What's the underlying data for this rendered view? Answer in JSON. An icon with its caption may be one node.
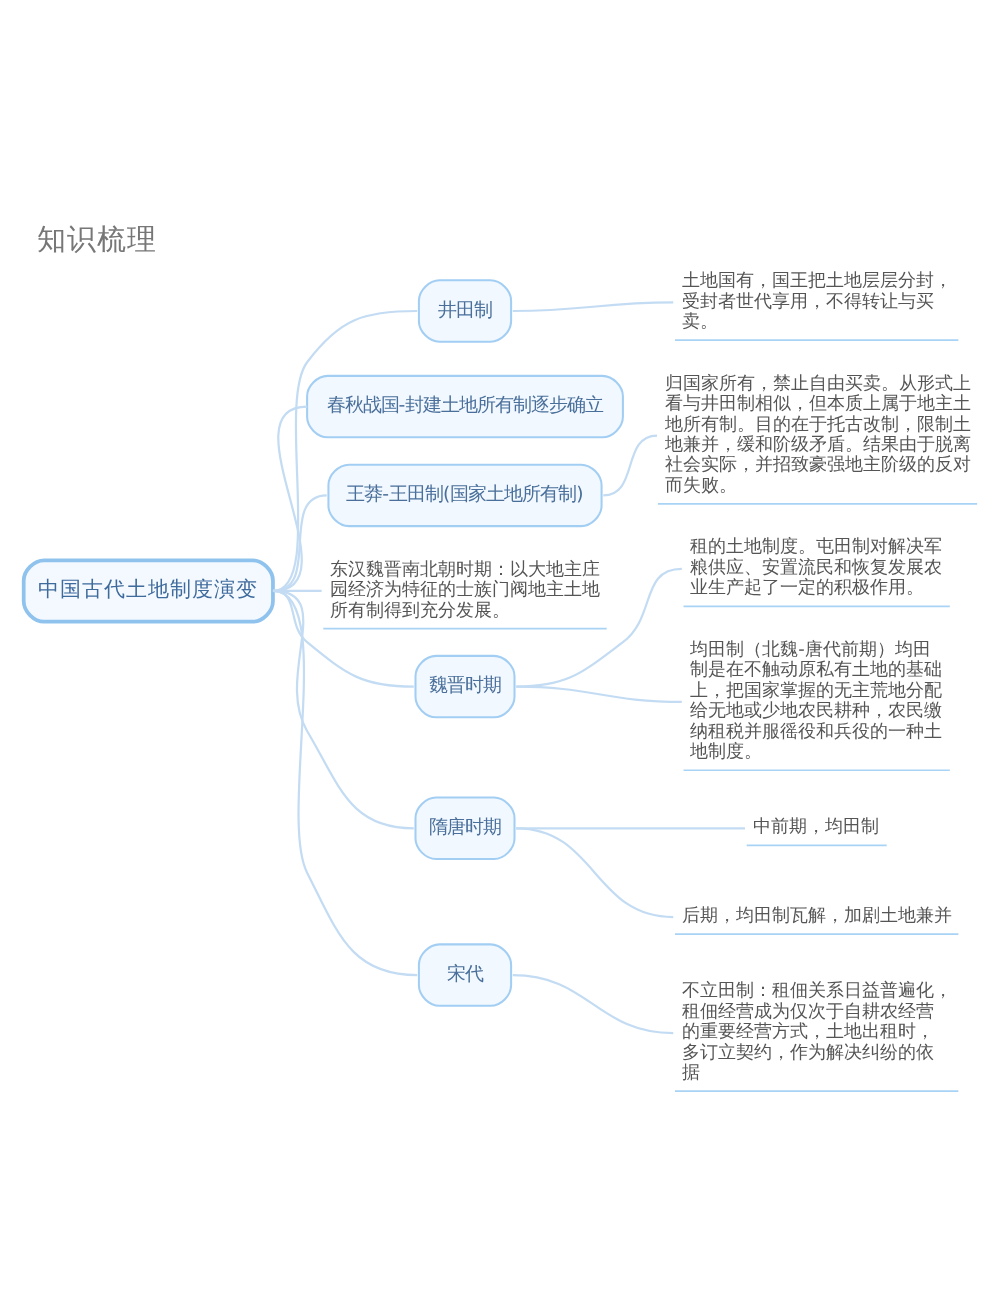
{
  "diagram": {
    "title": "知识梳理",
    "nodes": [
      {
        "text": [
          "中国古代土地制度演变"
        ]
      },
      {
        "text": [
          "井田制"
        ]
      },
      {
        "text": [
          "土地国有，国王把土地层层分封，受封者世代享用，不得转让与买卖。"
        ]
      },
      {
        "text": [
          "春秋战国-封建土地所有制逐步确立"
        ]
      },
      {
        "text": [
          "王莽-王田制(国家土地所有制)"
        ]
      },
      {
        "text": [
          "归国家所有，禁止自由买卖。从形式上看与井田制相似，但本质上属于地主土地所有制。目的在于托古改制，限制土地兼并，缓和阶级矛盾。结果由于脱离社会实际，并招致豪强地主阶级的反对而失败。"
        ]
      },
      {
        "text": [
          "东汉魏晋南北朝时期：以大地主庄园经济为特征的士族门阀地主土地所有制得到充分发展。"
        ]
      },
      {
        "text": [
          "魏晋时期"
        ]
      },
      {
        "text": [
          "租的土地制度。屯田制对解决军粮供应、安置流民和恢复发展农业生产起了一定的积极作用。"
        ]
      },
      {
        "text": [
          "均田制（北魏-唐代前期）均田制是在不触动原私有土地的基础上，把国家掌握的无主荒地分配给无地或少地农民耕种，农民缴纳租税并服徭役和兵役的一种土地制度。"
        ]
      },
      {
        "text": [
          "隋唐时期"
        ]
      },
      {
        "text": [
          "中前期，均田制"
        ]
      },
      {
        "text": [
          "后期，均田制瓦解，加剧土地兼并"
        ]
      },
      {
        "text": [
          "宋代"
        ]
      },
      {
        "text": [
          "不立田制：租佃关系日益普遍化，租佃经营成为仅次于自耕农经营的重要经营方式，土地出租时，多订立契约，作为解决纠纷的依据"
        ]
      }
    ],
    "edges": [
      {
        "from": 0,
        "to": 1,
        "arrow": "none"
      },
      {
        "from": 1,
        "to": 2,
        "arrow": "none"
      },
      {
        "from": 0,
        "to": 3,
        "arrow": "none"
      },
      {
        "from": 0,
        "to": 4,
        "arrow": "none"
      },
      {
        "from": 4,
        "to": 5,
        "arrow": "none"
      },
      {
        "from": 0,
        "to": 6,
        "arrow": "none"
      },
      {
        "from": 0,
        "to": 7,
        "arrow": "none"
      },
      {
        "from": 7,
        "to": 8,
        "arrow": "none"
      },
      {
        "from": 7,
        "to": 9,
        "arrow": "none"
      },
      {
        "from": 0,
        "to": 10,
        "arrow": "none"
      },
      {
        "from": 10,
        "to": 11,
        "arrow": "none"
      },
      {
        "from": 10,
        "to": 12,
        "arrow": "none"
      },
      {
        "from": 0,
        "to": 13,
        "arrow": "none"
      },
      {
        "from": 13,
        "to": 14,
        "arrow": "none"
      }
    ]
  }
}
